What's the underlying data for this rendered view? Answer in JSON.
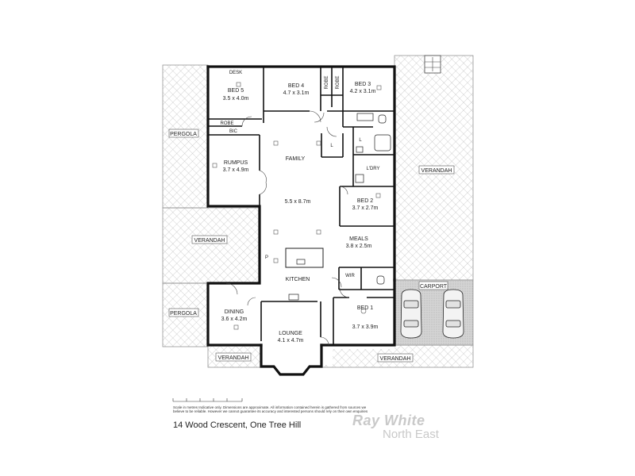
{
  "rooms": {
    "bed5": {
      "name": "BED 5",
      "dims": "3.5 x 4.0m"
    },
    "bed4": {
      "name": "BED 4",
      "dims": "4.7 x 3.1m"
    },
    "bed3": {
      "name": "BED 3",
      "dims": "4.2 x 3.1m"
    },
    "rumpus": {
      "name": "RUMPUS",
      "dims": "3.7 x 4.9m"
    },
    "family": {
      "name": "FAMILY",
      "dims": "5.5 x 8.7m"
    },
    "bed2": {
      "name": "BED 2",
      "dims": "3.7 x 2.7m"
    },
    "meals": {
      "name": "MEALS",
      "dims": "3.8 x 2.5m"
    },
    "kitchen": {
      "name": "KITCHEN"
    },
    "dining": {
      "name": "DINING",
      "dims": "3.6 x 4.2m"
    },
    "lounge": {
      "name": "LOUNGE",
      "dims": "4.1 x 4.7m"
    },
    "bed1": {
      "name": "BED 1",
      "dims": "3.7 x 3.9m"
    }
  },
  "labels": {
    "desk": "DESK",
    "robe": "ROBE",
    "bic": "BIC",
    "robe_v1": "ROBE",
    "robe_v2": "ROBE",
    "l_linen": "L",
    "l_laundry": "L",
    "ldry": "L'DRY",
    "wir": "WIR",
    "pantry": "P",
    "pergola_top": "PERGOLA",
    "pergola_bottom": "PERGOLA",
    "verandah_left": "VERANDAH",
    "verandah_right": "VERANDAH",
    "verandah_bottom_left": "VERANDAH",
    "verandah_bottom_right": "VERANDAH",
    "carport": "CARPORT"
  },
  "footer": {
    "disclaimer": "Scale in metres Indicative only. Dimensions are approximate. All information contained herein is gathered from sources we believe to be reliable. However we cannot guarantee its accuracy and interested persons should rely on their own enquiries",
    "address": "14 Wood Crescent, One Tree Hill",
    "brand_name": "Ray White",
    "brand_sub": "North East"
  },
  "colors": {
    "wall": "#111111",
    "pavers": "#9a9a9a",
    "carport_fill": "#d4d4d4",
    "logo": "#c9c9c9"
  }
}
